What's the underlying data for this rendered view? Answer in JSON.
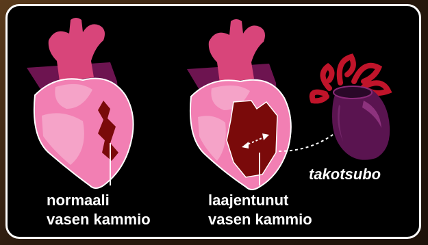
{
  "labels": {
    "normal_line1": "normaali",
    "normal_line2": "vasen kammio",
    "dilated_line1": "laajentunut",
    "dilated_line2": "vasen kammio",
    "takotsubo": "takotsubo"
  },
  "colors": {
    "background": "#000000",
    "border": "#ffffff",
    "heart_pink": "#f27fb3",
    "heart_light": "#f5a3c8",
    "vessel_magenta": "#d8457a",
    "vessel_dark": "#6d1450",
    "ventricle": "#7a0a0a",
    "pot": "#5a1450",
    "octopus_red": "#c0142a"
  },
  "icons": {
    "normal_heart": "normal-heart-icon",
    "dilated_heart": "dilated-heart-icon",
    "takotsubo_pot": "octopus-pot-icon"
  }
}
